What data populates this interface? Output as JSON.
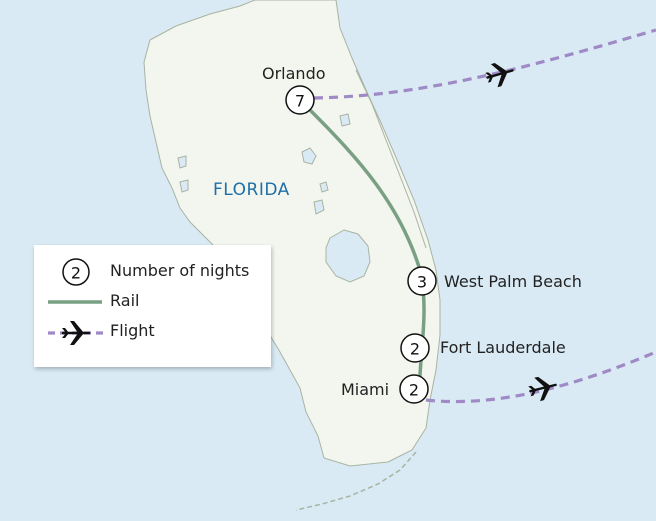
{
  "map": {
    "state_label": "FLORIDA",
    "colors": {
      "water": "#d9eaf4",
      "land": "#f2f6ee",
      "coast": "#a9b3a2",
      "rail": "#7aa083",
      "flight": "#9f8ac6"
    },
    "cities": [
      {
        "name": "Orlando",
        "nights": "7"
      },
      {
        "name": "West Palm Beach",
        "nights": "3"
      },
      {
        "name": "Fort Lauderdale",
        "nights": "2"
      },
      {
        "name": "Miami",
        "nights": "2"
      }
    ]
  },
  "legend": {
    "nights_symbol": "2",
    "nights_label": "Number of nights",
    "rail_label": "Rail",
    "flight_label": "Flight",
    "plane_icon": "airplane-icon"
  }
}
